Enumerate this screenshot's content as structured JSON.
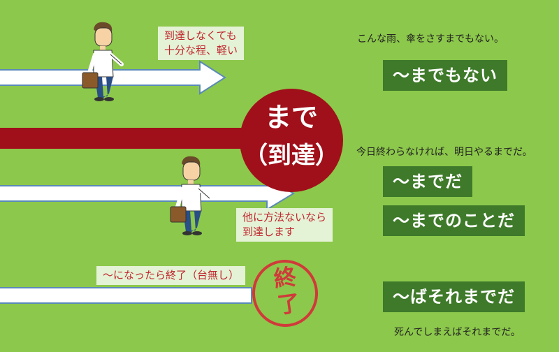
{
  "notes": {
    "top_note": [
      "到達しなくても",
      "十分な程、軽い"
    ],
    "middle_note": [
      "他に方法ないなら",
      "到達します"
    ],
    "bottom_note": "～になったら終了（台無し）"
  },
  "center_circle": {
    "main": "まで",
    "sub": "（到達）"
  },
  "stamp": {
    "text": "終了"
  },
  "patterns": {
    "madetomonai": {
      "example": "こんな雨、傘をさすまでもない。",
      "label": "～までもない"
    },
    "madeda": {
      "example": "今日終わらなければ、明日やるまでだ。",
      "label_1": "～までだ",
      "label_2": "～までのことだ"
    },
    "basoremadeda": {
      "label": "～ばそれまでだ",
      "example": "死んでしまえばそれまでだ。"
    }
  },
  "colors": {
    "background": "#8cc84b",
    "dark_red": "#a0101a",
    "green_label": "#3e7a2a",
    "note_bg": "#e4f2d6",
    "note_text": "#c0262d",
    "arrow_fill": "#ffffff",
    "arrow_stroke": "#5a8ab8"
  }
}
